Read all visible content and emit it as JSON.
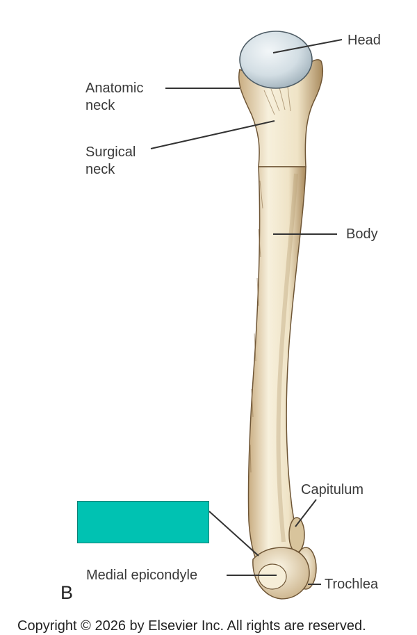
{
  "labels": {
    "head": "Head",
    "anatomic_neck": "Anatomic\nneck",
    "surgical_neck": "Surgical\nneck",
    "body": "Body",
    "capitulum": "Capitulum",
    "medial_epicondyle": "Medial epicondyle",
    "trochlea": "Trochlea"
  },
  "panel_letter": "B",
  "copyright": "Copyright © 2026 by Elsevier Inc. All rights are reserved.",
  "colors": {
    "bone_fill": "#eadfc2",
    "bone_shade": "#b89b70",
    "head_fill": "#d2dde3",
    "answer_box": "#00c2b2",
    "leader_line": "#333333"
  }
}
